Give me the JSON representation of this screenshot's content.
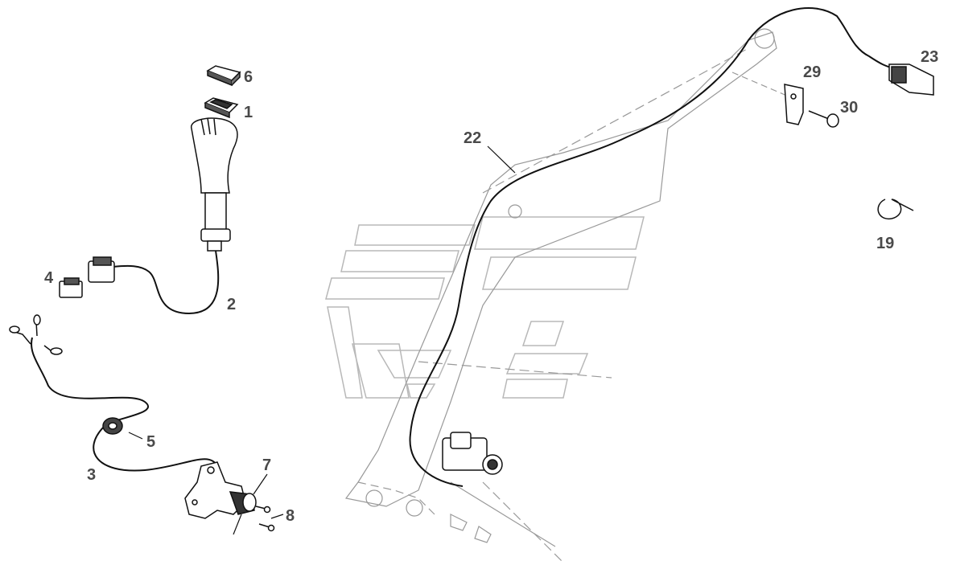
{
  "diagram": {
    "callouts": [
      {
        "id": "c6",
        "label": "6"
      },
      {
        "id": "c1",
        "label": "1"
      },
      {
        "id": "c4",
        "label": "4"
      },
      {
        "id": "c2",
        "label": "2"
      },
      {
        "id": "c5",
        "label": "5"
      },
      {
        "id": "c3",
        "label": "3"
      },
      {
        "id": "c7",
        "label": "7"
      },
      {
        "id": "c8",
        "label": "8"
      },
      {
        "id": "c22",
        "label": "22"
      },
      {
        "id": "c23",
        "label": "23"
      },
      {
        "id": "c29",
        "label": "29"
      },
      {
        "id": "c30",
        "label": "30"
      },
      {
        "id": "c19",
        "label": "19"
      }
    ]
  }
}
